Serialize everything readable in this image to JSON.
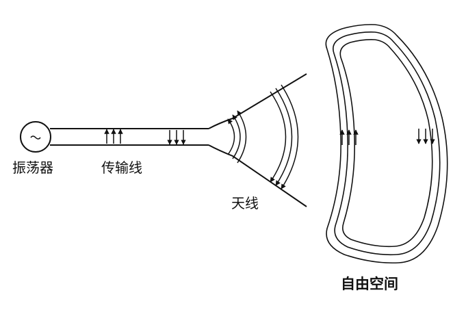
{
  "labels": {
    "oscillator": "振荡器",
    "transmission_line": "传输线",
    "antenna": "天线",
    "free_space": "自由空间"
  },
  "colors": {
    "stroke": "#111111",
    "background": "#ffffff"
  }
}
